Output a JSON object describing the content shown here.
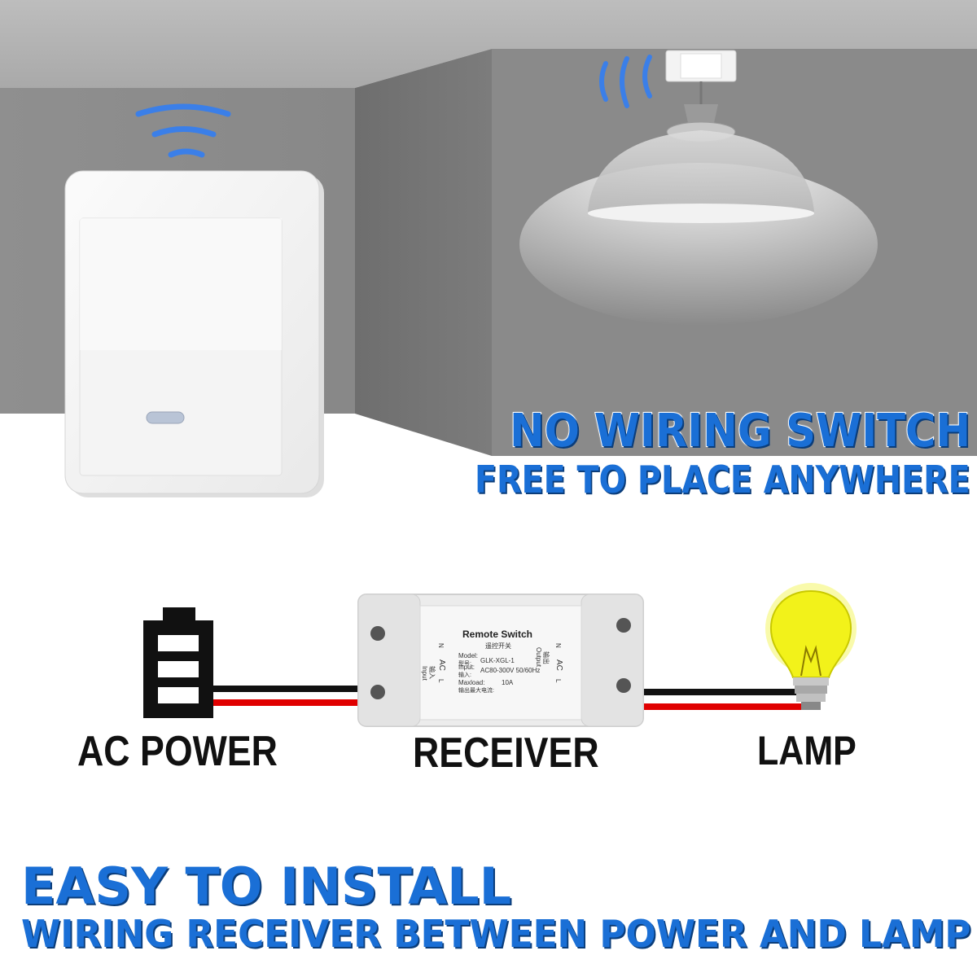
{
  "headline": {
    "title": "NO WIRING SWITCH",
    "subtitle": "FREE TO PLACE ANYWHERE"
  },
  "diagram": {
    "power_label": "AC POWER",
    "receiver_label": "RECEIVER",
    "lamp_label": "LAMP",
    "receiver_device": {
      "title": "Remote Switch",
      "title_cn": "遥控开关",
      "model_label": "Model:",
      "model_label_cn": "型号:",
      "model_value": "GLK-XGL-1",
      "input_label": "Input:",
      "input_label_cn": "输入:",
      "input_value": "AC80-300V 50/60Hz",
      "maxload_label": "Maxload:",
      "maxload_label_cn": "输出最大电流:",
      "maxload_value": "10A",
      "input_side": "Input",
      "input_side_cn": "输入",
      "output_side": "Output",
      "output_side_cn": "输出",
      "ac": "AC",
      "n": "N",
      "l": "L"
    }
  },
  "footer": {
    "title": "EASY TO INSTALL",
    "subtitle": "WIRING RECEIVER BETWEEN POWER AND LAMP"
  },
  "colors": {
    "headline_blue": "#1a6fd6",
    "wall_gray": "#8c8c8c",
    "wire_red": "#e00000",
    "wire_black": "#111111",
    "bulb_yellow": "#f2f21a"
  }
}
